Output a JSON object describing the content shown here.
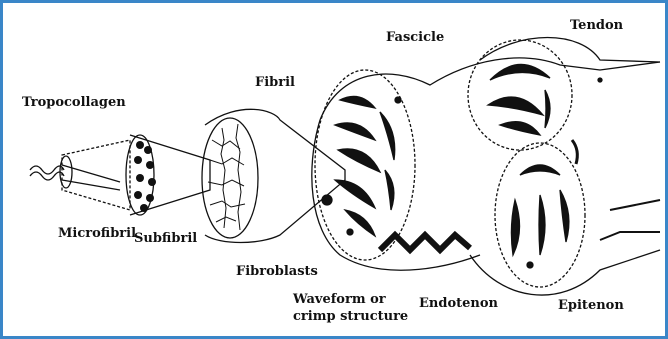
{
  "labels": {
    "tropocollagen": "Tropocollagen",
    "microfibril": "Microfibril",
    "subfibril": "Subfibril",
    "fibril": "Fibril",
    "fascicle": "Fascicle",
    "tendon": "Tendon",
    "fibroblasts": "Fibroblasts",
    "waveform_line1": "Waveform or",
    "waveform_line2": "crimp structure",
    "endotenon": "Endotenon",
    "epitenon": "Epitenon"
  },
  "colors": {
    "border": "#3a86c8",
    "ink": "#111111"
  }
}
